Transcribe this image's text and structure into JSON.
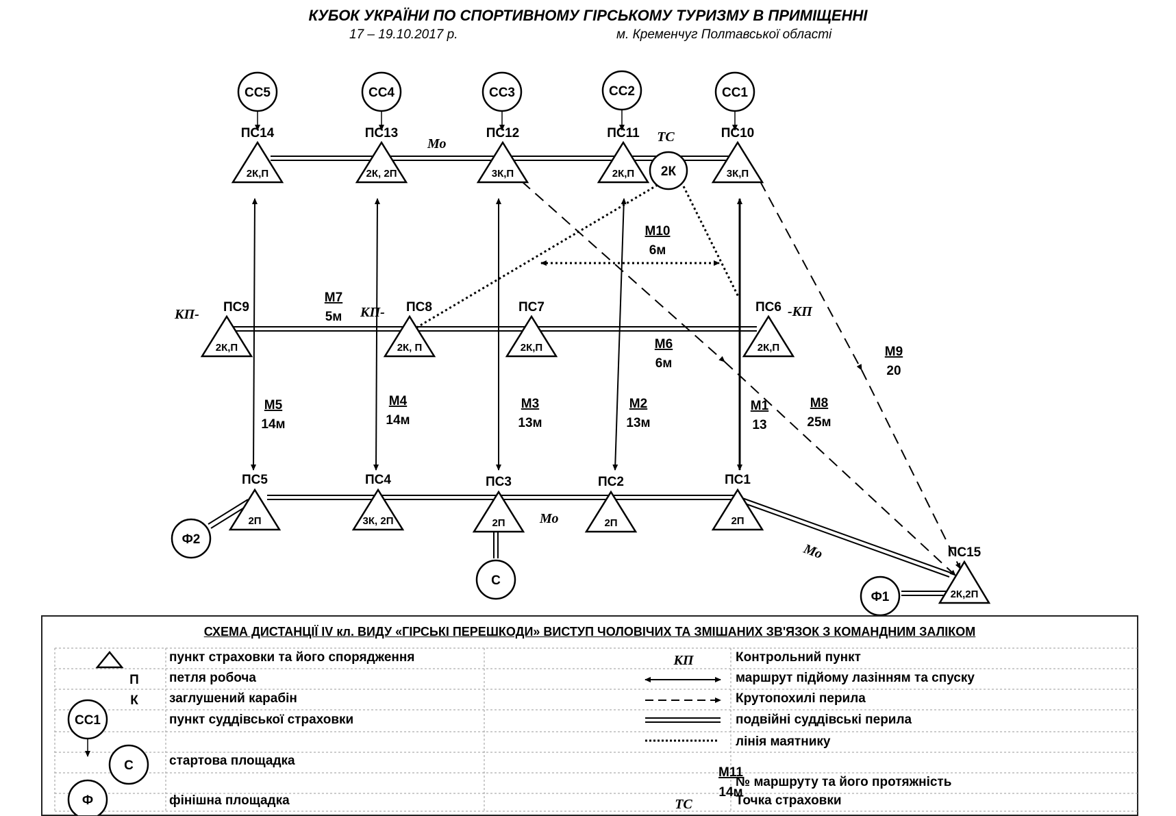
{
  "header": {
    "title": "КУБОК УКРАЇНИ ПО СПОРТИВНОМУ ГІРСЬКОМУ ТУРИЗМУ В ПРИМІЩЕННІ",
    "dates": "17 – 19.10.2017 р.",
    "place": "м. Кременчуг  Полтавської області"
  },
  "judges": [
    "СС5",
    "СС4",
    "СС3",
    "СС2",
    "СС1"
  ],
  "top_points": [
    {
      "name": "ПС14",
      "gear": "2К,П"
    },
    {
      "name": "ПС13",
      "gear": "2К, 2П"
    },
    {
      "name": "ПС12",
      "gear": "3К,П"
    },
    {
      "name": "ПС11",
      "gear": "2К,П"
    },
    {
      "name": "ПС10",
      "gear": "3К,П"
    }
  ],
  "mid_points": [
    {
      "name": "ПС9",
      "gear": "2К,П",
      "prefix": "КП-"
    },
    {
      "name": "ПС8",
      "gear": "2К, П",
      "prefix": "КП-"
    },
    {
      "name": "ПС7",
      "gear": "2К,П",
      "prefix": ""
    },
    {
      "name": "ПС6",
      "gear": "2К,П",
      "suffix": "-КП"
    }
  ],
  "bottom_points": [
    {
      "name": "ПС5",
      "gear": "2П"
    },
    {
      "name": "ПС4",
      "gear": "3К, 2П"
    },
    {
      "name": "ПС3",
      "gear": "2П"
    },
    {
      "name": "ПС2",
      "gear": "2П"
    },
    {
      "name": "ПС1",
      "gear": "2П"
    }
  ],
  "ps15": {
    "name": "ПС15",
    "gear": "2К,2П"
  },
  "ts": {
    "label": "ТС",
    "gear": "2К"
  },
  "start": "С",
  "finishes": [
    "Ф2",
    "Ф1"
  ],
  "mo_label": "Мо",
  "routes": [
    {
      "id": "М1",
      "len": "13"
    },
    {
      "id": "М2",
      "len": "13м"
    },
    {
      "id": "М3",
      "len": "13м"
    },
    {
      "id": "М4",
      "len": "14м"
    },
    {
      "id": "М5",
      "len": "14м"
    },
    {
      "id": "М6",
      "len": "6м"
    },
    {
      "id": "М7",
      "len": "5м"
    },
    {
      "id": "М8",
      "len": "25м"
    },
    {
      "id": "М9",
      "len": "20"
    },
    {
      "id": "М10",
      "len": "6м"
    }
  ],
  "legend": {
    "title": "СХЕМА ДИСТАНЦІЇ IV кл. ВИДУ  «ГІРСЬКІ ПЕРЕШКОДИ»  ВИСТУП ЧОЛОВІЧИХ ТА ЗМІШАНИХ ЗВ'ЯЗОК З КОМАНДНИМ ЗАЛІКОМ",
    "left": [
      {
        "symbol": "",
        "text": "пункт страховки та його спорядження"
      },
      {
        "symbol": "П",
        "text": "петля робоча"
      },
      {
        "symbol": "К",
        "text": "заглушений карабін"
      },
      {
        "symbol": "СС1",
        "text": "пункт суддівської страховки"
      },
      {
        "symbol": "С",
        "text": "стартова площадка"
      },
      {
        "symbol": "Ф",
        "text": "фінішна площадка"
      }
    ],
    "right": [
      {
        "symbol": "КП",
        "text": "Контрольний пункт"
      },
      {
        "symbol": "",
        "text": "маршрут підйому лазінням та спуску"
      },
      {
        "symbol": "",
        "text": "Крутопохилі перила"
      },
      {
        "symbol": "",
        "text": "подвійні суддівські перила"
      },
      {
        "symbol": "",
        "text": "лінія маятнику"
      },
      {
        "symbol": "М11",
        "sub": "14м",
        "text": "№ маршруту та його протяжність"
      },
      {
        "symbol": "ТС",
        "text": "Точка страховки"
      }
    ]
  }
}
